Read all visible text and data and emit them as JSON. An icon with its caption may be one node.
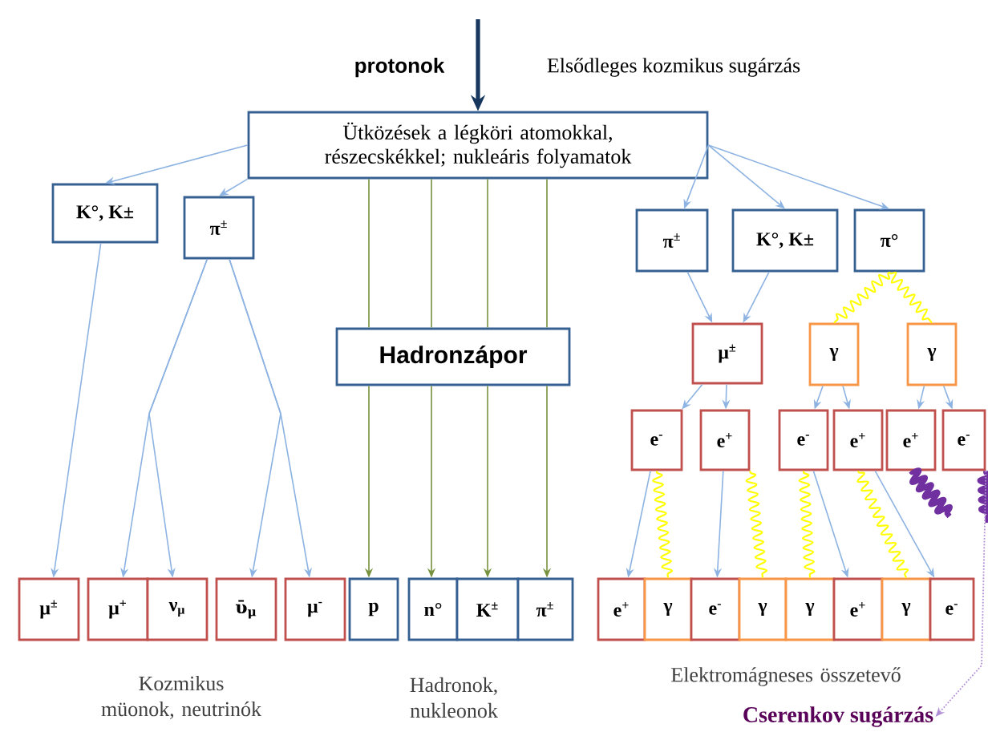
{
  "diagram": {
    "nodes": [
      {
        "text": [
          "Ütközések a légköri atomokkal, részecskékkel; nukleáris folyamatok"
        ]
      },
      {
        "text": [
          "K°, K±"
        ]
      },
      {
        "text": [
          "π$^{±}$"
        ]
      },
      {
        "text": [
          "π$^{±}$"
        ]
      },
      {
        "text": [
          "K°, K±"
        ]
      },
      {
        "text": [
          "π°"
        ]
      },
      {
        "text": [
          "Hadronzápor"
        ]
      },
      {
        "text": [
          "μ$^{±}$"
        ]
      },
      {
        "text": [
          "γ"
        ]
      },
      {
        "text": [
          "γ"
        ]
      },
      {
        "text": [
          "e$^{-}$"
        ]
      },
      {
        "text": [
          "e$^{+}$"
        ]
      },
      {
        "text": [
          "e$^{-}$"
        ]
      },
      {
        "text": [
          "e$^{+}$"
        ]
      },
      {
        "text": [
          "e$^{+}$"
        ]
      },
      {
        "text": [
          "e$^{-}$"
        ]
      },
      {
        "text": [
          "μ$^{±}$"
        ]
      },
      {
        "text": [
          "μ$^{+}$"
        ]
      },
      {
        "text": [
          "ν$_{μ}$"
        ]
      },
      {
        "text": [
          "ῡ$_{μ}$"
        ]
      },
      {
        "text": [
          "μ$^{-}$"
        ]
      },
      {
        "text": [
          "p"
        ]
      },
      {
        "text": [
          "n°"
        ]
      },
      {
        "text": [
          "K$^{±}$"
        ]
      },
      {
        "text": [
          "π$^{±}$"
        ]
      },
      {
        "text": [
          "e$^{+}$"
        ]
      },
      {
        "text": [
          "γ"
        ]
      },
      {
        "text": [
          "e$^{-}$"
        ]
      },
      {
        "text": [
          "γ"
        ]
      },
      {
        "text": [
          "γ"
        ]
      },
      {
        "text": [
          "e$^{+}$"
        ]
      },
      {
        "text": [
          "γ"
        ]
      },
      {
        "text": [
          "e$^{-}$"
        ]
      },
      {
        "text": [
          "Cserenkov sugárzás"
        ]
      }
    ],
    "edges": [
      {
        "from": null,
        "to": 0,
        "arrow": "to",
        "style": "thick",
        "color": "#17375e"
      },
      {
        "from": 0,
        "to": 1,
        "arrow": "to"
      },
      {
        "from": 0,
        "to": 2,
        "arrow": "to"
      },
      {
        "from": 0,
        "to": 3,
        "arrow": "to"
      },
      {
        "from": 0,
        "to": 4,
        "arrow": "to"
      },
      {
        "from": 0,
        "to": 5,
        "arrow": "to"
      },
      {
        "from": 0,
        "to": 6,
        "arrow": "none",
        "color": "#76923c"
      },
      {
        "from": 0,
        "to": 6,
        "arrow": "none",
        "color": "#76923c"
      },
      {
        "from": 0,
        "to": 6,
        "arrow": "none",
        "color": "#76923c"
      },
      {
        "from": 0,
        "to": 6,
        "arrow": "none",
        "color": "#76923c"
      },
      {
        "from": 6,
        "to": 21,
        "arrow": "to",
        "color": "#76923c"
      },
      {
        "from": 6,
        "to": 22,
        "arrow": "to",
        "color": "#76923c"
      },
      {
        "from": 6,
        "to": 23,
        "arrow": "to",
        "color": "#76923c"
      },
      {
        "from": 6,
        "to": 24,
        "arrow": "to",
        "color": "#76923c"
      },
      {
        "from": 1,
        "to": 16,
        "arrow": "to"
      },
      {
        "from": 2,
        "to": 17,
        "arrow": "to"
      },
      {
        "from": 2,
        "to": 18,
        "arrow": "to"
      },
      {
        "from": 2,
        "to": 19,
        "arrow": "to"
      },
      {
        "from": 2,
        "to": 20,
        "arrow": "to"
      },
      {
        "from": 3,
        "to": 7,
        "arrow": "to"
      },
      {
        "from": 4,
        "to": 7,
        "arrow": "to"
      },
      {
        "from": 5,
        "to": 8,
        "arrow": "none",
        "color": "#ffff00"
      },
      {
        "from": 5,
        "to": 9,
        "arrow": "none",
        "color": "#ffff00"
      },
      {
        "from": 7,
        "to": 10,
        "arrow": "to"
      },
      {
        "from": 7,
        "to": 11,
        "arrow": "to"
      },
      {
        "from": 8,
        "to": 12,
        "arrow": "to"
      },
      {
        "from": 8,
        "to": 13,
        "arrow": "to"
      },
      {
        "from": 9,
        "to": 14,
        "arrow": "to"
      },
      {
        "from": 9,
        "to": 15,
        "arrow": "to"
      },
      {
        "from": 10,
        "to": 25,
        "arrow": "to"
      },
      {
        "from": 10,
        "to": 26,
        "arrow": "none",
        "color": "#ffff00"
      },
      {
        "from": 11,
        "to": 27,
        "arrow": "to"
      },
      {
        "from": 11,
        "to": 28,
        "arrow": "none",
        "color": "#ffff00"
      },
      {
        "from": 12,
        "to": 29,
        "arrow": "none",
        "color": "#ffff00"
      },
      {
        "from": 12,
        "to": 30,
        "arrow": "to"
      },
      {
        "from": 13,
        "to": 31,
        "arrow": "none",
        "color": "#ffff00"
      },
      {
        "from": 13,
        "to": 32,
        "arrow": "to"
      },
      {
        "from": 14,
        "to": null,
        "arrow": "none",
        "style": "thick",
        "color": "#7030a0"
      },
      {
        "from": 15,
        "to": null,
        "arrow": "none",
        "style": "thick",
        "color": "#7030a0"
      },
      {
        "from": 15,
        "to": 33,
        "arrow": "to",
        "style": "dashed",
        "color": "#b18fd6"
      }
    ],
    "labels": [
      "protonok",
      "Elsődleges kozmikus sugárzás",
      "Kozmikus müonok, neutrinók",
      "Hadronok, nukleonok",
      "Elektromágneses összetevő"
    ]
  }
}
